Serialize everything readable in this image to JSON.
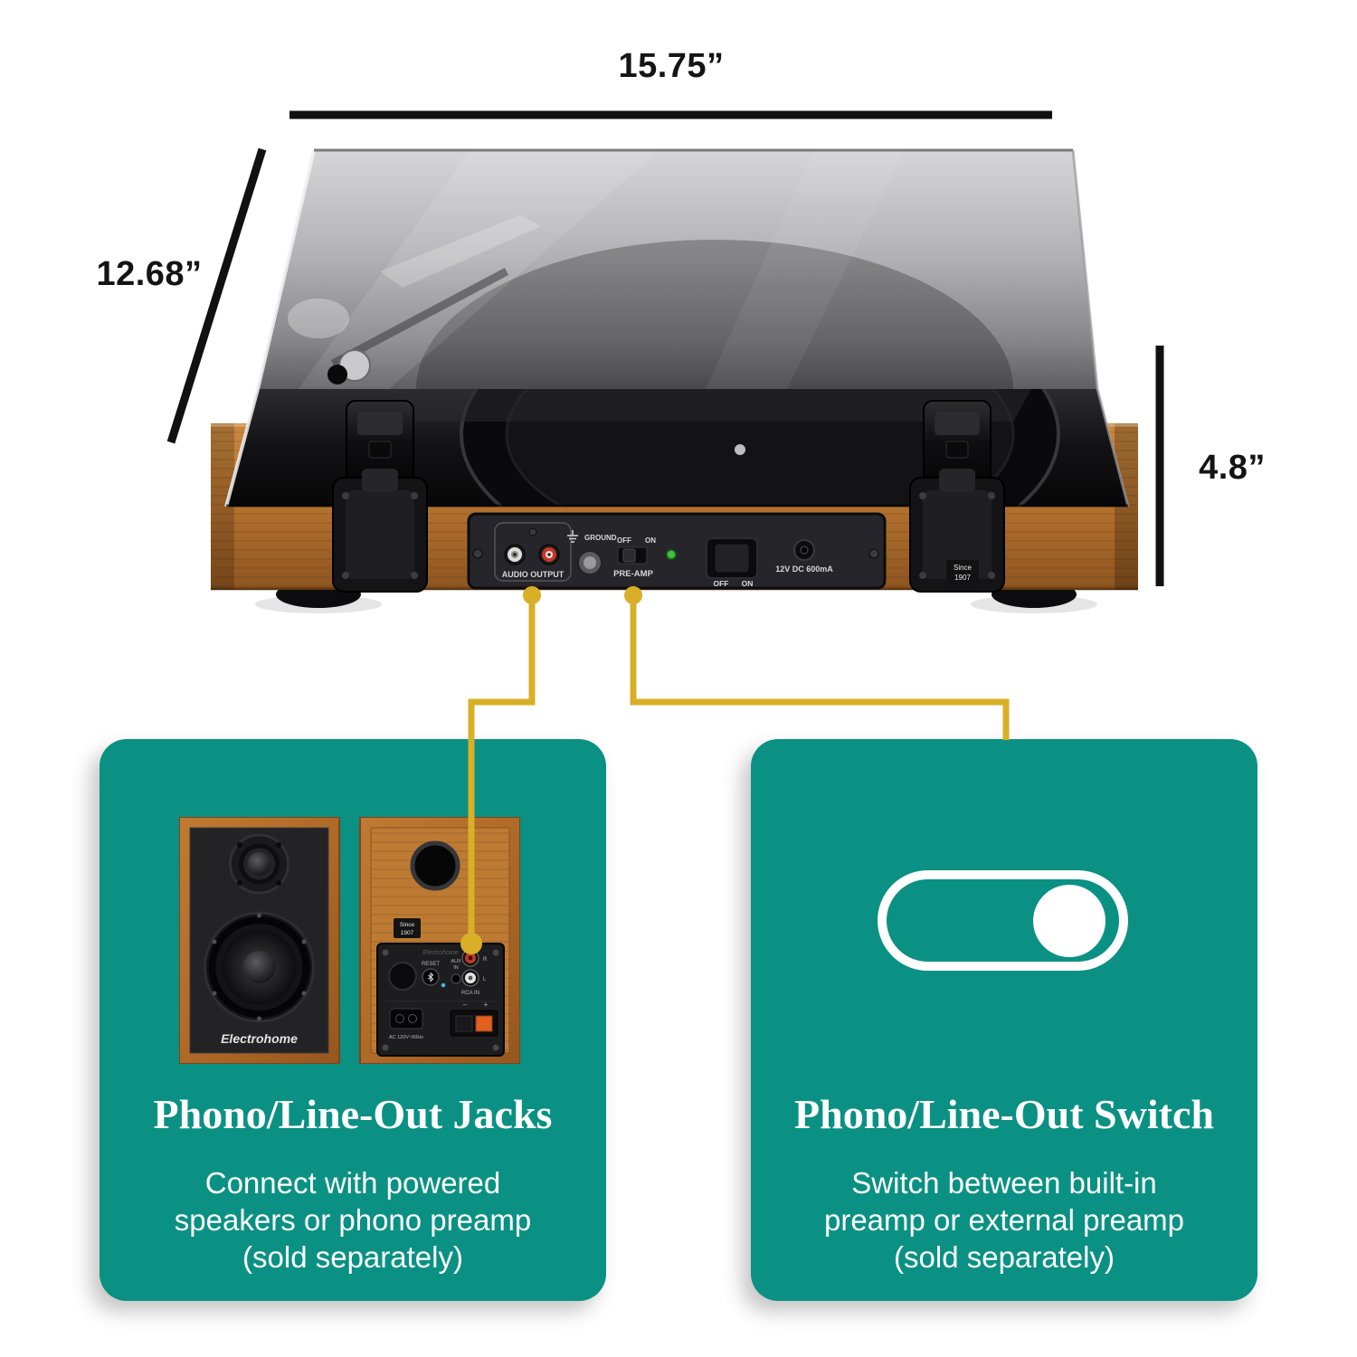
{
  "dimensions": {
    "width_label": "15.75”",
    "depth_label": "12.68”",
    "height_label": "4.8”"
  },
  "turntable": {
    "rear_panel": {
      "audio_output_label": "AUDIO OUTPUT",
      "ground_label": "GROUND",
      "preamp_switch_off": "OFF",
      "preamp_switch_on": "ON",
      "preamp_label": "PRE-AMP",
      "power_switch_off": "OFF",
      "power_switch_on": "ON",
      "power_input_label": "12V DC 600mA",
      "badge_line1": "Since",
      "badge_line2": "1907"
    }
  },
  "speaker_front": {
    "brand_script": "Electrohome"
  },
  "speaker_back": {
    "badge_line1": "Since",
    "badge_line2": "1907",
    "panel_brand": "Electrohome",
    "reset_label": "RESET",
    "aux_label_line1": "AUX",
    "aux_label_line2": "IN",
    "rca_r_label": "R",
    "rca_l_label": "L",
    "rca_in_label": "RCA IN",
    "ac_label": "AC 120V~60Hz",
    "terminal_minus": "–",
    "terminal_plus": "+"
  },
  "cards": {
    "left": {
      "title": "Phono/Line-Out Jacks",
      "line1": "Connect with powered",
      "line2": "speakers or phono preamp",
      "line3": "(sold separately)"
    },
    "right": {
      "title": "Phono/Line-Out Switch",
      "line1": "Switch between built-in",
      "line2": "preamp or external preamp",
      "line3": "(sold separately)"
    }
  },
  "colors": {
    "card_green": "#0a9183",
    "callout_yellow": "#d9af27",
    "wood": "#b97a35",
    "dimension_line": "#111111"
  },
  "icons": {
    "toggle": "toggle-switch-icon"
  }
}
